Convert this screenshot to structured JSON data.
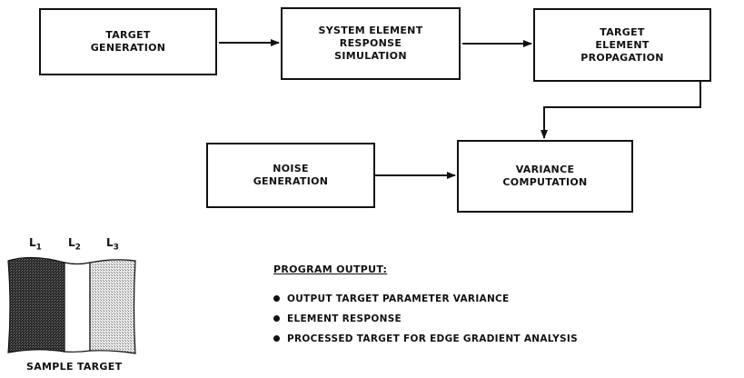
{
  "boxes": {
    "target_generation": "TARGET\nGENERATION",
    "system_element_response_simulation": "SYSTEM ELEMENT\nRESPONSE\nSIMULATION",
    "target_element_propagation": "TARGET\nELEMENT\nPROPAGATION",
    "noise_generation": "NOISE\nGENERATION",
    "variance_computation": "VARIANCE\nCOMPUTATION"
  },
  "sample_target": {
    "labels": [
      {
        "base": "L",
        "sub": "1"
      },
      {
        "base": "L",
        "sub": "2"
      },
      {
        "base": "L",
        "sub": "3"
      }
    ],
    "caption": "SAMPLE TARGET"
  },
  "program_output": {
    "title": "PROGRAM OUTPUT:",
    "items": [
      "OUTPUT TARGET PARAMETER VARIANCE",
      "ELEMENT RESPONSE",
      "PROCESSED TARGET FOR EDGE GRADIENT ANALYSIS"
    ]
  }
}
